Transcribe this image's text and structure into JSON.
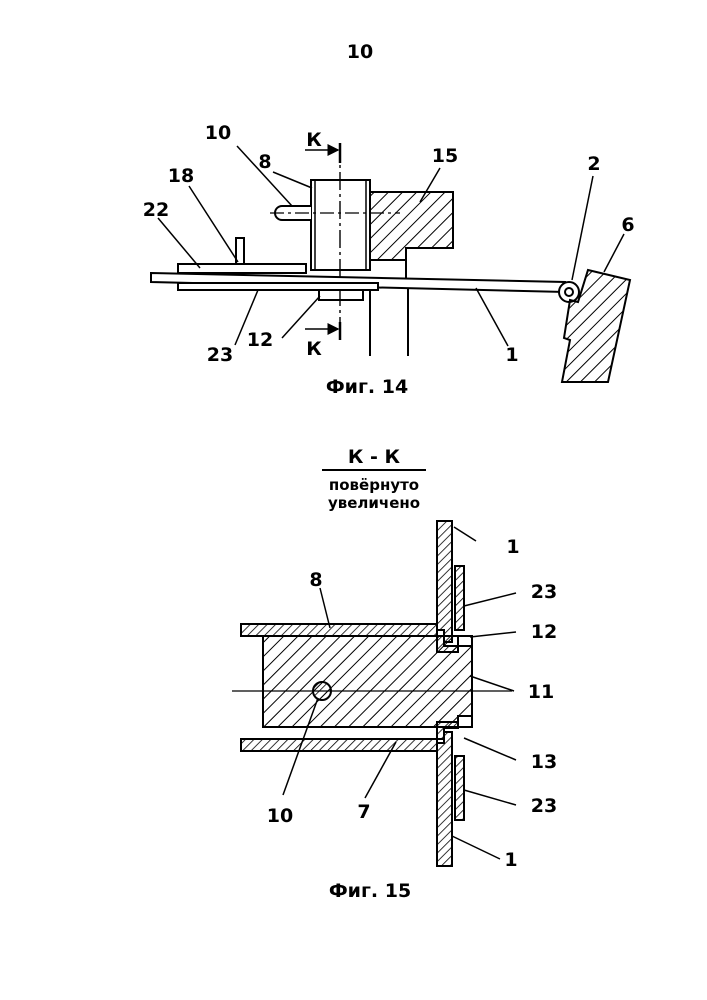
{
  "page": {
    "number": "10"
  },
  "fig14": {
    "caption": "Фиг. 14",
    "section_mark_top": "К",
    "section_mark_bottom": "К",
    "labels": {
      "l10": "10",
      "l8": "8",
      "l15": "15",
      "l18": "18",
      "l22": "22",
      "l2": "2",
      "l6": "6",
      "l23": "23",
      "l12": "12",
      "l1": "1"
    }
  },
  "fig15": {
    "caption": "Фиг. 15",
    "section_title": "К - К",
    "subtitle_1": "повёрнуто",
    "subtitle_2": "увеличено",
    "labels": {
      "l8": "8",
      "l1_top": "1",
      "l23_top": "23",
      "l12": "12",
      "l11": "11",
      "l13": "13",
      "l23_bottom": "23",
      "l1_bottom": "1",
      "l10": "10",
      "l7": "7"
    }
  }
}
